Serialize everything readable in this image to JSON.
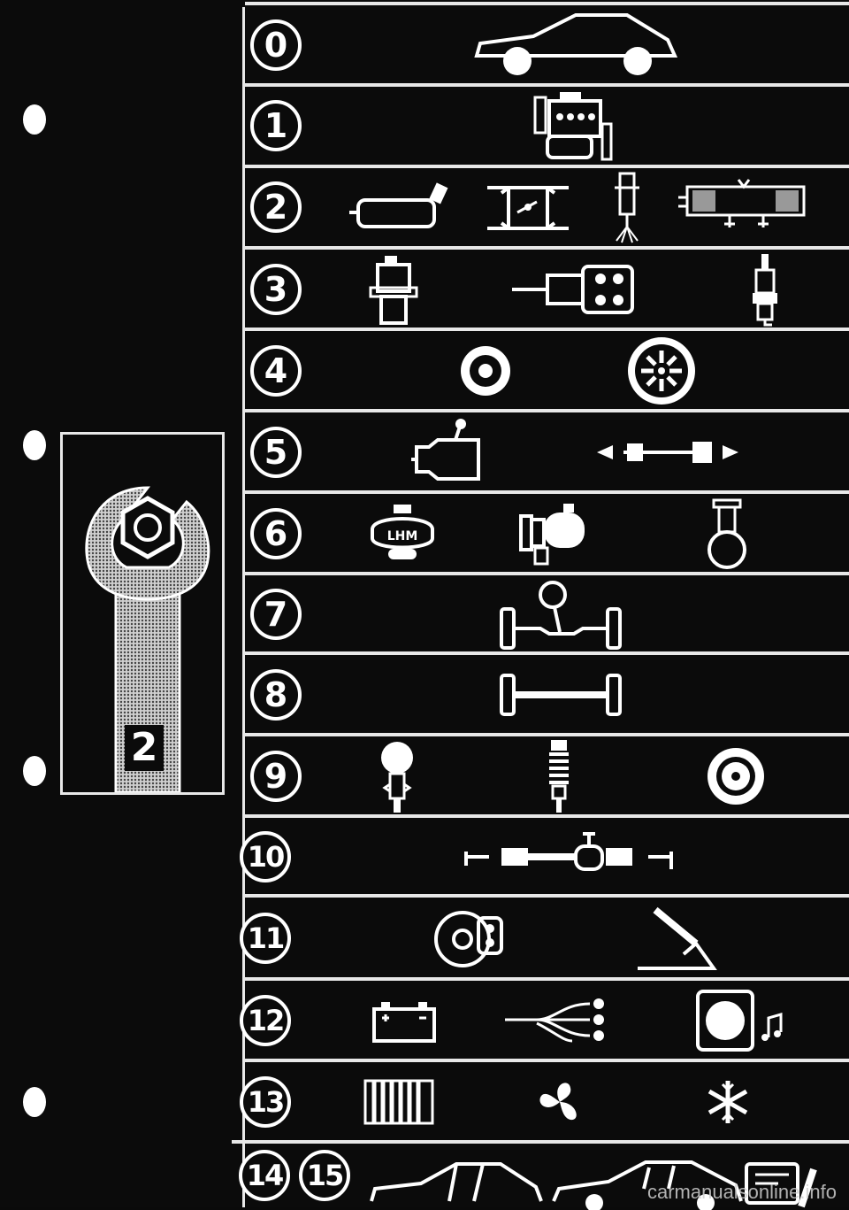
{
  "tab": {
    "number": "2"
  },
  "rows": [
    {
      "number": "0"
    },
    {
      "number": "1"
    },
    {
      "number": "2"
    },
    {
      "number": "3"
    },
    {
      "number": "4"
    },
    {
      "number": "5"
    },
    {
      "number": "6",
      "reservoir_label": "LHM"
    },
    {
      "number": "7"
    },
    {
      "number": "8"
    },
    {
      "number": "9"
    },
    {
      "number": "10"
    },
    {
      "number": "11"
    },
    {
      "number": "12"
    },
    {
      "number": "13"
    },
    {
      "number": "14",
      "number_b": "15"
    }
  ],
  "watermark": "carmanualsonline.info",
  "colors": {
    "background": "#0b0b0b",
    "line": "#e8e8e8",
    "icon": "#ffffff"
  }
}
